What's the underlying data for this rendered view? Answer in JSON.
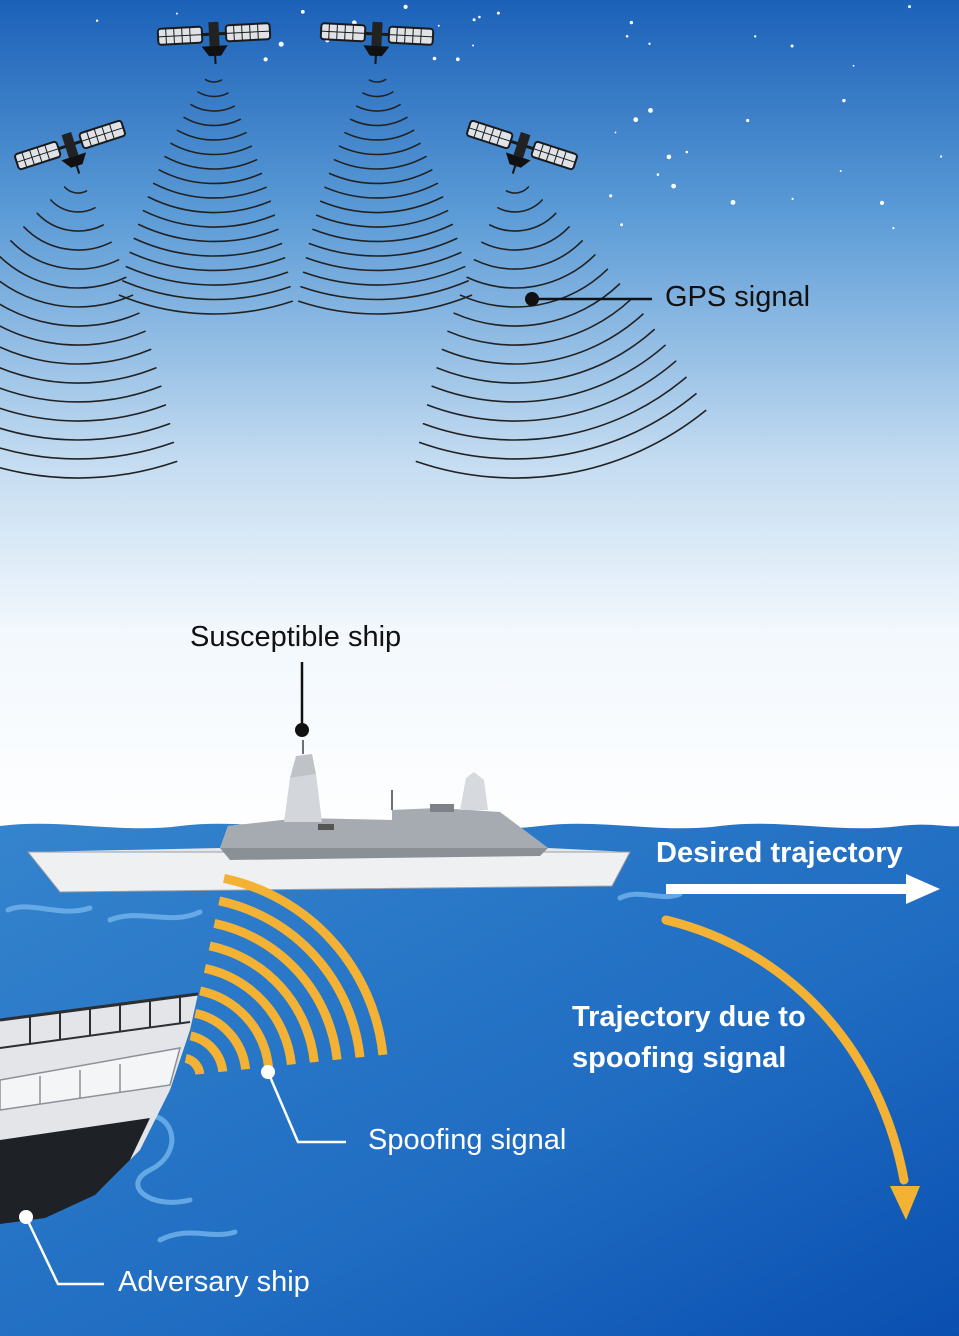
{
  "labels": {
    "gps_signal": "GPS signal",
    "susceptible_ship": "Susceptible ship",
    "desired_trajectory": "Desired trajectory",
    "spoofed_trajectory_line1": "Trajectory due to",
    "spoofed_trajectory_line2": "spoofing signal",
    "spoofing_signal": "Spoofing signal",
    "adversary_ship": "Adversary ship"
  },
  "colors": {
    "sky_top": "#1b61b8",
    "sky_bottom": "#ffffff",
    "sea_top": "#2e7fcb",
    "sea_bottom": "#0a4fb0",
    "spoof_signal": "#f3b234",
    "callout_line": "#111111",
    "white_line": "#ffffff"
  },
  "icons": [
    "satellite-icon",
    "warship-icon",
    "adversary-ship-icon"
  ]
}
